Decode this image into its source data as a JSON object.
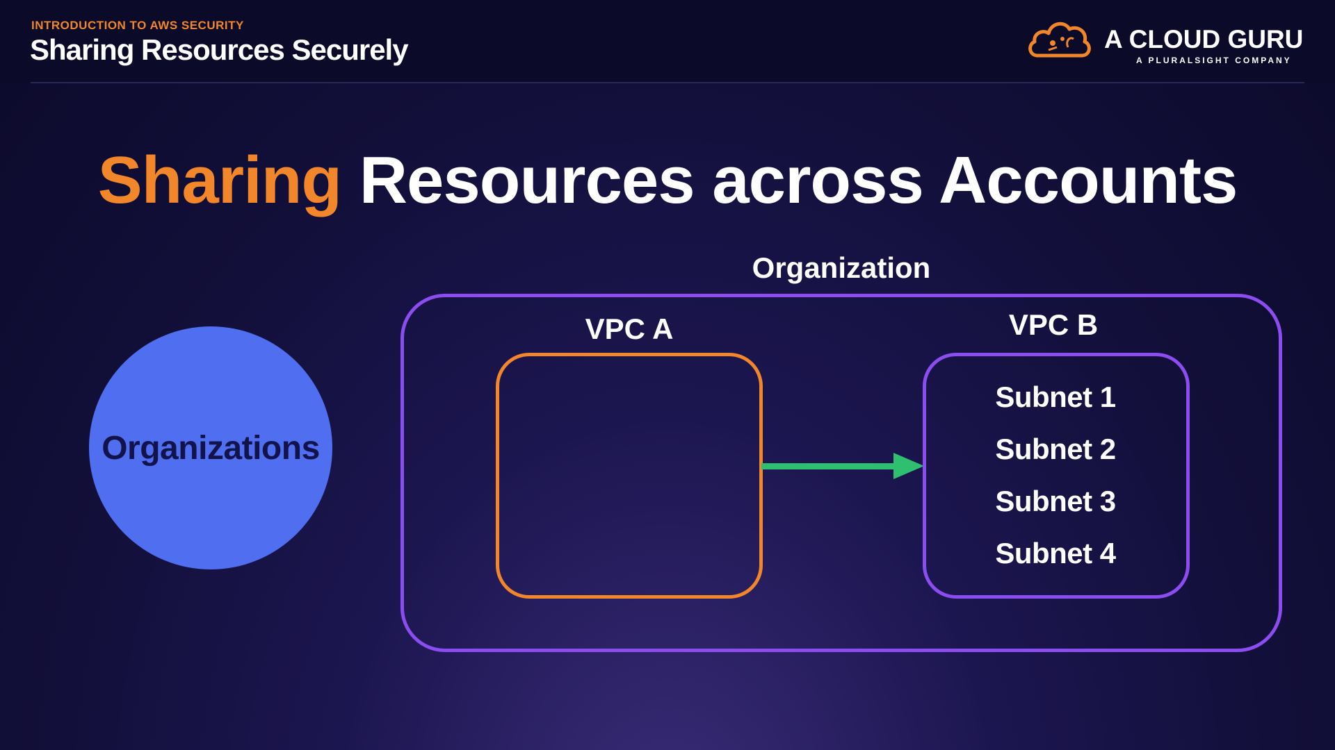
{
  "header": {
    "course_label": "INTRODUCTION TO AWS SECURITY",
    "section_title": "Sharing Resources Securely",
    "logo": {
      "name": "A CLOUD GURU",
      "tagline": "A PLURALSIGHT COMPANY",
      "icon": "cloud-icon"
    }
  },
  "slide": {
    "title_accent": "Sharing",
    "title_rest": "Resources across Accounts"
  },
  "diagram": {
    "service_label": "Organizations",
    "org_label": "Organization",
    "vpc_a_label": "VPC A",
    "vpc_b_label": "VPC B",
    "subnets": [
      "Subnet 1",
      "Subnet 2",
      "Subnet 3",
      "Subnet 4"
    ],
    "arrow_icon": "arrow-right-icon"
  },
  "colors": {
    "accent_orange": "#f2862b",
    "purple_border": "#8b4cf0",
    "circle_blue": "#4f6ef0",
    "arrow_green": "#2fbf71",
    "background": "#120f3a"
  }
}
